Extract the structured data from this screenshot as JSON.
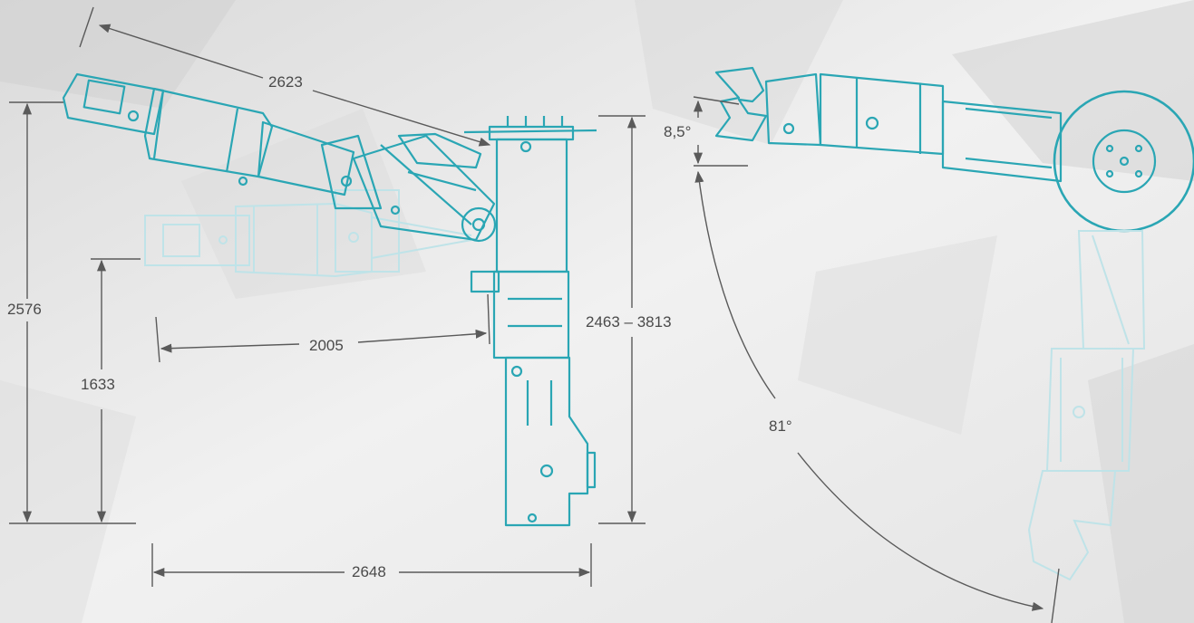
{
  "colors": {
    "background": "#e9e9e9",
    "arm_stroke": "#2aa6b4",
    "arm_faded": "#bfe3e8",
    "dimension_line": "#5a5a5a",
    "label_text": "#4a4a4a"
  },
  "dimensions": {
    "arm_reach": "2623",
    "lower_reach": "2005",
    "total_height": "2576",
    "low_height": "1633",
    "base_width": "2648",
    "column_height": "2463 – 3813",
    "grip_angle": "8,5°",
    "swing_angle": "81°"
  }
}
